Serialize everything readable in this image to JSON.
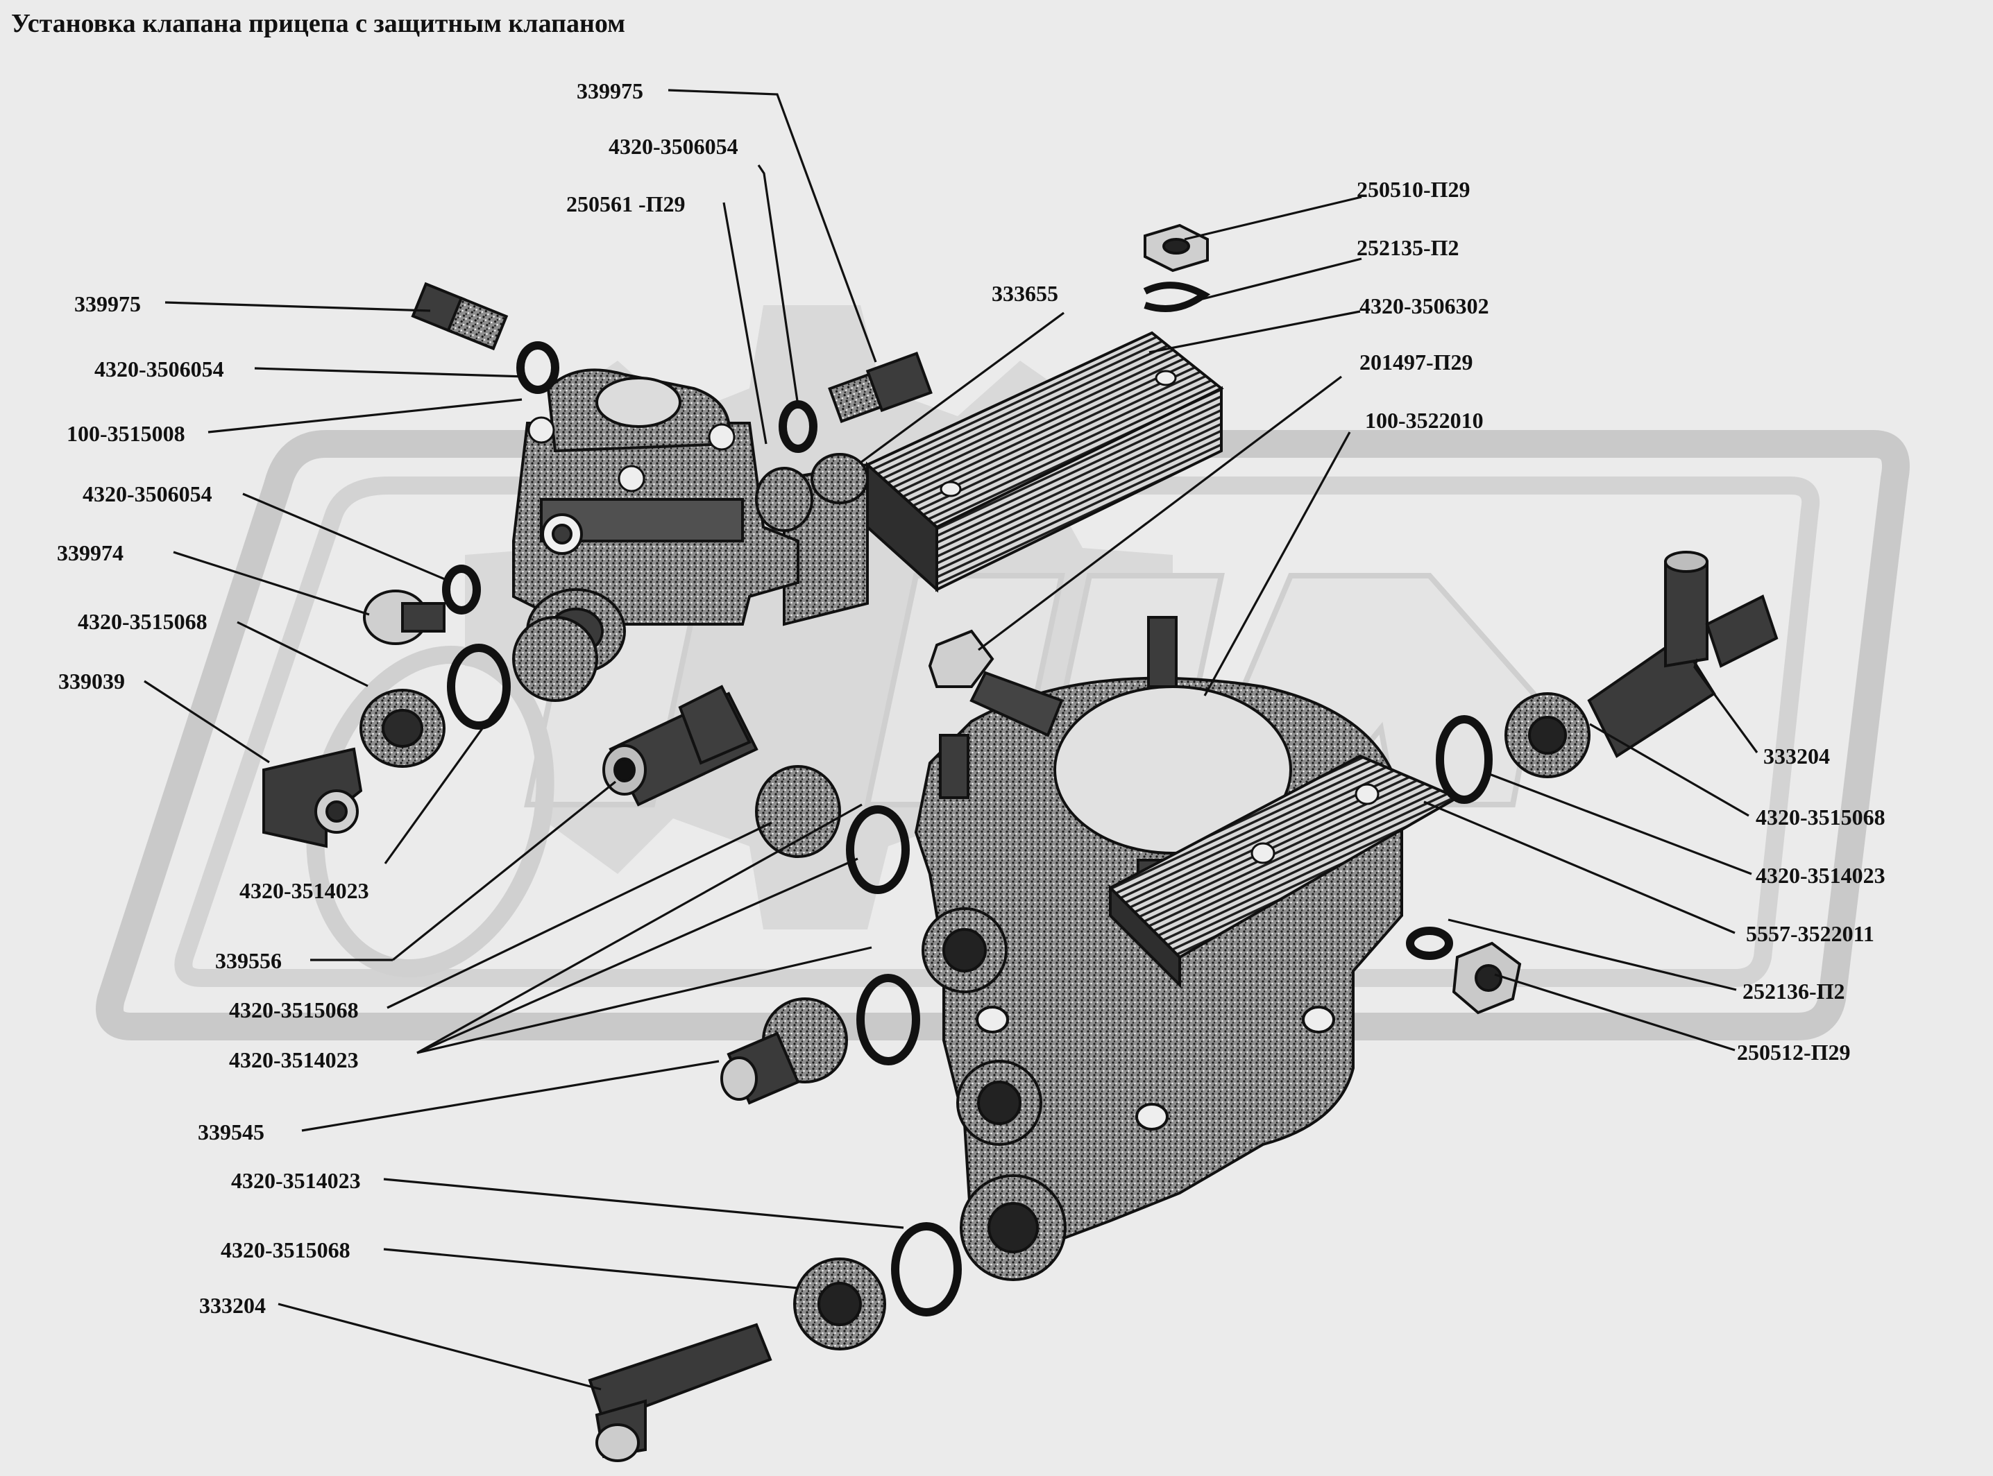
{
  "title": "Установка клапана прицепа с защитным клапаном",
  "labels": {
    "l_339975_top": "339975",
    "l_4320_3506054_top": "4320-3506054",
    "l_250561_p29": "250561 -П29",
    "l_339975_left": "339975",
    "l_4320_3506054_left": "4320-3506054",
    "l_100_3515008": "100-3515008",
    "l_4320_3506054_mid": "4320-3506054",
    "l_339974": "339974",
    "l_4320_3515068_a": "4320-3515068",
    "l_339039": "339039",
    "l_4320_3514023_a": "4320-3514023",
    "l_339556": "339556",
    "l_4320_3515068_b": "4320-3515068",
    "l_4320_3514023_b": "4320-3514023",
    "l_339545": "339545",
    "l_4320_3514023_c": "4320-3514023",
    "l_4320_3515068_c": "4320-3515068",
    "l_333204_bottom": "333204",
    "l_333655": "333655",
    "l_250510_p29": "250510-П29",
    "l_252135_p2": "252135-П2",
    "l_4320_3506302": "4320-3506302",
    "l_201497_p29": "201497-П29",
    "l_100_3522010": "100-3522010",
    "l_333204_right": "333204",
    "l_4320_3515068_d": "4320-3515068",
    "l_4320_3514023_d": "4320-3514023",
    "l_5557_3522011": "5557-3522011",
    "l_252136_p2": "252136-П2",
    "l_250512_p29": "250512-П29"
  }
}
